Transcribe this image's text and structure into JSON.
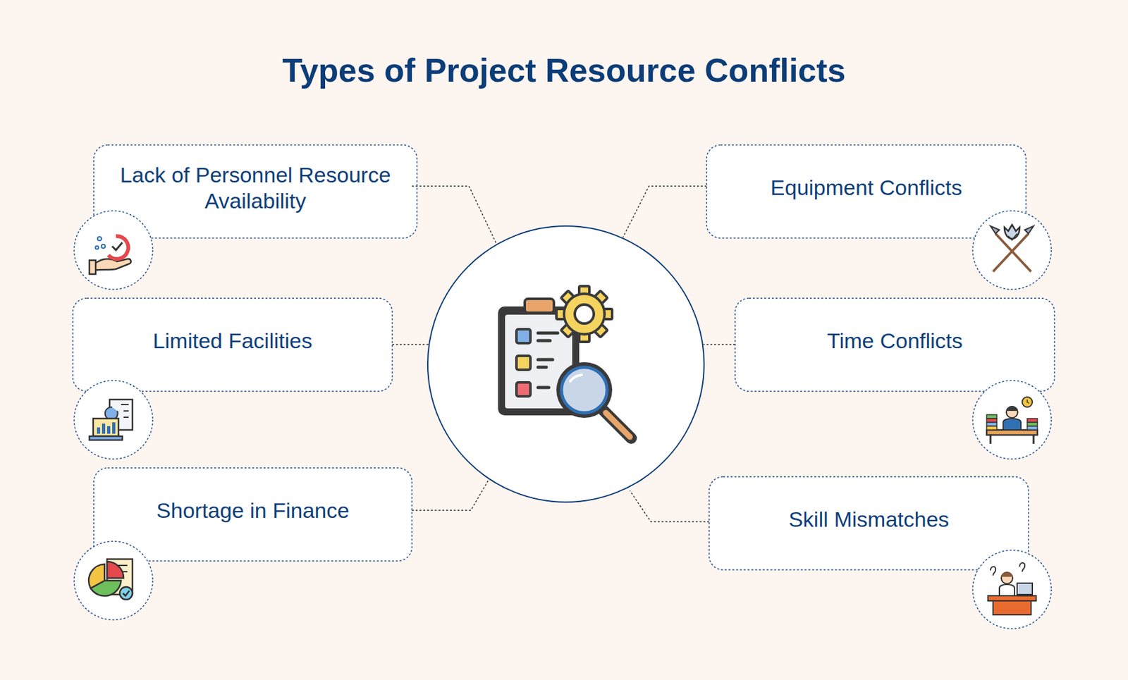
{
  "diagram": {
    "title": "Types of Project Resource Conflicts",
    "nodes": [
      {
        "text": [
          "Lack of Personnel Resource Availability"
        ]
      },
      {
        "text": [
          "Equipment Conflicts"
        ]
      },
      {
        "text": [
          "Limited Facilities"
        ]
      },
      {
        "text": [
          "Time Conflicts"
        ]
      },
      {
        "text": [
          "Shortage in Finance"
        ]
      },
      {
        "text": [
          "Skill Mismatches"
        ]
      }
    ]
  }
}
